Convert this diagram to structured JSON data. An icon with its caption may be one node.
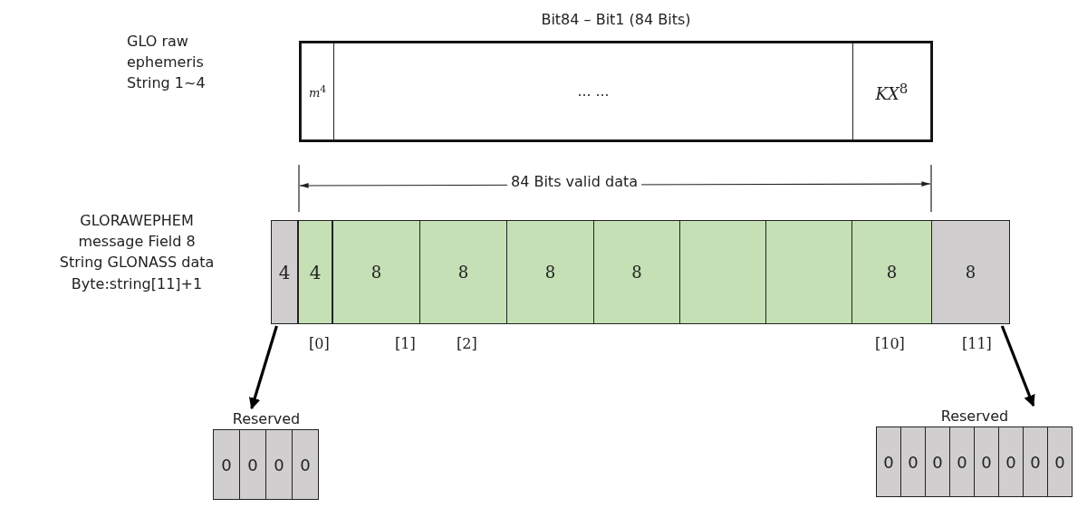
{
  "diagram": {
    "nodes": [
      {
        "text": [
          "Bit84 – Bit1 (84 Bits)"
        ]
      },
      {
        "text": [
          "*m*$^{4}$"
        ],
        "in": 0
      },
      {
        "text": [
          "… …"
        ],
        "in": 0
      },
      {
        "text": [
          "*KX*$^{8}$"
        ],
        "in": 0
      },
      {
        "text": [
          "4"
        ]
      },
      {
        "text": [
          "4"
        ]
      },
      {
        "text": [
          "8"
        ]
      },
      {
        "text": [
          "8"
        ]
      },
      {
        "text": [
          "8"
        ]
      },
      {
        "text": [
          "8"
        ]
      },
      {
        "text": [],
        "shape": "box"
      },
      {
        "text": [],
        "shape": "box"
      },
      {
        "text": [
          "8"
        ]
      },
      {
        "text": [
          "8"
        ]
      },
      {
        "text": [
          "Reserved"
        ]
      },
      {
        "text": [
          "0"
        ],
        "in": 14
      },
      {
        "text": [
          "0"
        ],
        "in": 14
      },
      {
        "text": [
          "0"
        ],
        "in": 14
      },
      {
        "text": [
          "0"
        ],
        "in": 14
      },
      {
        "text": [
          "Reserved"
        ]
      },
      {
        "text": [
          "0"
        ],
        "in": 19
      },
      {
        "text": [
          "0"
        ],
        "in": 19
      },
      {
        "text": [
          "0"
        ],
        "in": 19
      },
      {
        "text": [
          "0"
        ],
        "in": 19
      },
      {
        "text": [
          "0"
        ],
        "in": 19
      },
      {
        "text": [
          "0"
        ],
        "in": 19
      },
      {
        "text": [
          "0"
        ],
        "in": 19
      },
      {
        "text": [
          "0"
        ],
        "in": 19
      }
    ],
    "edges": [
      {
        "from": 4,
        "to": 14,
        "arrow": "to"
      },
      {
        "from": 13,
        "to": 19,
        "arrow": "to"
      }
    ],
    "labels": [
      "GLO raw ephemeris String 1~4",
      "GLORAWEPHEM message Field 8 String GLONASS data Byte:string[11]+1",
      "84 Bits valid data",
      "[0]",
      "[1]",
      "[2]",
      "[10]",
      "[11]"
    ]
  }
}
